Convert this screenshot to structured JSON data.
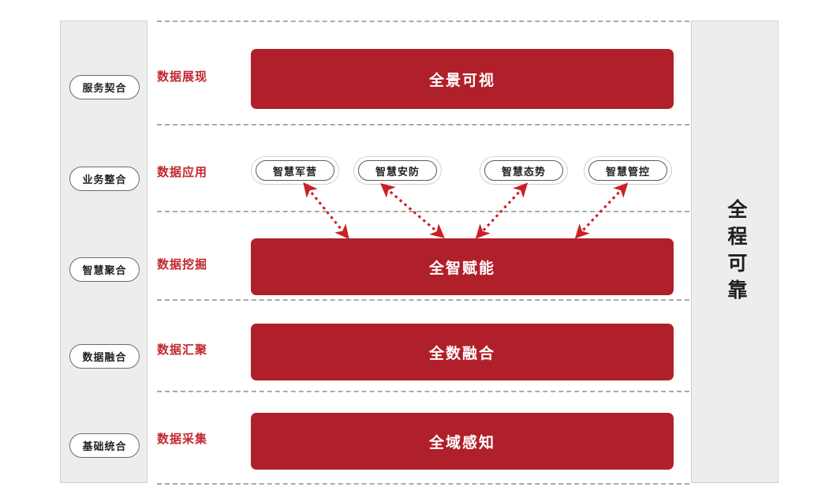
{
  "diagram": {
    "title_left_column": "stages",
    "left_panel": {
      "name": "capability-stage-panel",
      "items": [
        {
          "label": "服务契合"
        },
        {
          "label": "业务整合"
        },
        {
          "label": "智慧聚合"
        },
        {
          "label": "数据融合"
        },
        {
          "label": "基础统合"
        }
      ]
    },
    "right_panel": {
      "name": "reliability-banner",
      "motto": "全程可靠"
    },
    "rows": [
      {
        "id": "data-presentation",
        "label": "数据展现",
        "bar_text": "全景可视",
        "kind": "bar"
      },
      {
        "id": "data-application",
        "label": "数据应用",
        "kind": "pills",
        "pills": [
          {
            "label": "智慧军营"
          },
          {
            "label": "智慧安防"
          },
          {
            "label": "智慧态势"
          },
          {
            "label": "智慧管控"
          }
        ]
      },
      {
        "id": "data-mining",
        "label": "数据挖掘",
        "bar_text": "全智赋能",
        "kind": "bar"
      },
      {
        "id": "data-aggregation",
        "label": "数据汇聚",
        "bar_text": "全数融合",
        "kind": "bar"
      },
      {
        "id": "data-collection",
        "label": "数据采集",
        "bar_text": "全域感知",
        "kind": "bar"
      }
    ],
    "connectors": {
      "name": "bidirectional-dotted-arrows",
      "count": 4,
      "style": "dotted double-headed",
      "color": "#cc2026"
    },
    "colors": {
      "accent_red": "#b0202a",
      "label_red": "#c2282f",
      "panel_gray": "#ededed",
      "panel_border": "#cfcfcf",
      "divider_gray": "#a9a9a9",
      "text_dark": "#231f1d",
      "arrow_red": "#cc2026"
    }
  }
}
